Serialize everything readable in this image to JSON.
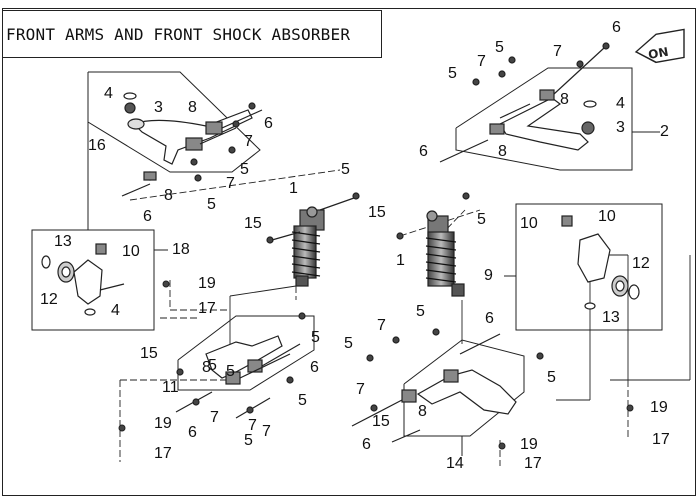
{
  "title": "FRONT ARMS AND FRONT SHOCK ABSORBER",
  "badge": "ON",
  "callouts": {
    "c1": "1",
    "c2": "1",
    "c3": "2",
    "c4": "3",
    "c5": "3",
    "c6": "4",
    "c7": "4",
    "c8": "4",
    "c9": "5",
    "c10": "5",
    "c11": "5",
    "c12": "5",
    "c13": "5",
    "c14": "5",
    "c15": "5",
    "c16": "5",
    "c17": "5",
    "c18": "5",
    "c19": "5",
    "c20": "5",
    "c21": "5",
    "c22": "5",
    "c23": "6",
    "c24": "6",
    "c25": "6",
    "c26": "6",
    "c27": "6",
    "c28": "6",
    "c29": "6",
    "c30": "6",
    "c31": "7",
    "c32": "7",
    "c33": "7",
    "c34": "7",
    "c35": "7",
    "c36": "7",
    "c37": "7",
    "c38": "7",
    "c39": "7",
    "c40": "8",
    "c41": "8",
    "c42": "8",
    "c43": "8",
    "c44": "8",
    "c45": "8",
    "c46": "9",
    "c47": "10",
    "c48": "10",
    "c49": "10",
    "c50": "11",
    "c51": "12",
    "c52": "12",
    "c53": "13",
    "c54": "13",
    "c55": "14",
    "c56": "15",
    "c57": "15",
    "c58": "15",
    "c59": "15",
    "c60": "16",
    "c61": "17",
    "c62": "17",
    "c63": "17",
    "c64": "17",
    "c65": "18",
    "c66": "19",
    "c67": "19",
    "c68": "19",
    "c69": "19"
  }
}
